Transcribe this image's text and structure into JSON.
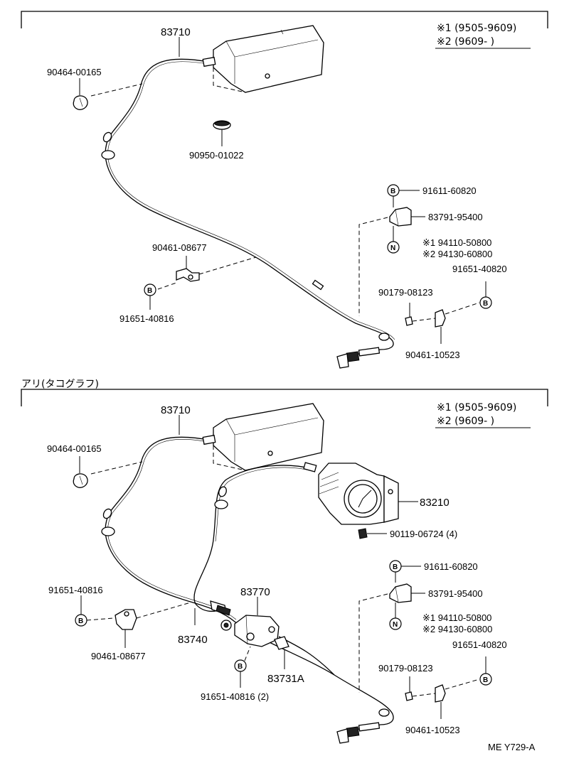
{
  "top": {
    "legend": {
      "l1": "※1 (9505-9609)",
      "l2": "※2 (9609-        )"
    },
    "parts": {
      "cable": "83710",
      "clip": "90464-00165",
      "plug": "90950-01022",
      "bolt_b": "91611-60820",
      "bracket": "83791-95400",
      "nut_1": "※1 94110-50800",
      "nut_2": "※2 94130-60800",
      "clamp_left": "90461-08677",
      "bolt_left": "91651-40816",
      "bolt_right": "91651-40820",
      "grommet": "90179-08123",
      "clamp_right": "90461-10523"
    },
    "circle_b": "B",
    "circle_n": "N"
  },
  "section_title": "アリ(タコグラフ)",
  "bottom": {
    "legend": {
      "l1": "※1 (9505-9609)",
      "l2": "※2 (9609-        )"
    },
    "parts": {
      "cable": "83710",
      "clip": "90464-00165",
      "tachograph": "83210",
      "screw": "90119-06724 (4)",
      "bolt_b": "91611-60820",
      "bracket": "83791-95400",
      "nut_1": "※1 94110-50800",
      "nut_2": "※2 94130-60800",
      "bolt_left": "91651-40816",
      "clamp_left": "90461-08677",
      "sensor_unit": "83770",
      "cable_sub": "83740",
      "sensor_cable": "83731A",
      "bolt_mid": "91651-40816 (2)",
      "bolt_right": "91651-40820",
      "grommet": "90179-08123",
      "clamp_right": "90461-10523"
    },
    "circle_b": "B",
    "circle_n": "N"
  },
  "footer_code": "ME Y729-A"
}
